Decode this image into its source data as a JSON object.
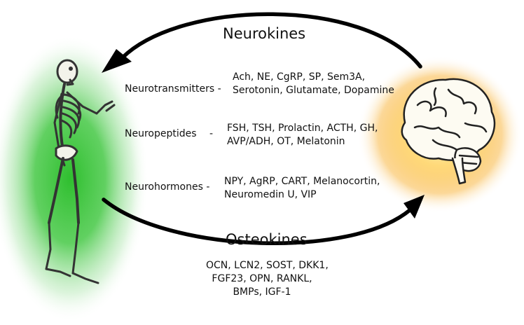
{
  "top_label": "Neurokines",
  "bottom_label": "Osteokines",
  "categories": [
    {
      "name": "Neurotransmitters",
      "dash": "-",
      "items": [
        "Ach, NE, CgRP, SP, Sem3A,",
        "Serotonin, Glutamate, Dopamine"
      ]
    },
    {
      "name": "Neuropeptides",
      "dash": "-",
      "items": [
        "FSH, TSH, Prolactin, ACTH, GH,",
        "AVP/ADH, OT, Melatonin"
      ]
    },
    {
      "name": "Neurohormones",
      "dash": "-",
      "items": [
        "NPY, AgRP, CART, Melanocortin,",
        "Neuromedin U, VIP"
      ]
    }
  ],
  "osteokines_list": [
    "OCN, LCN2, SOST, DKK1,",
    "FGF23, OPN, RANKL,",
    "BMPs, IGF-1"
  ],
  "colors": {
    "skeleton_glow": "#2fbf2f",
    "brain_glow": "#f7a81b",
    "arrow": "#000000"
  },
  "icons": [
    "skeleton-icon",
    "brain-icon"
  ]
}
